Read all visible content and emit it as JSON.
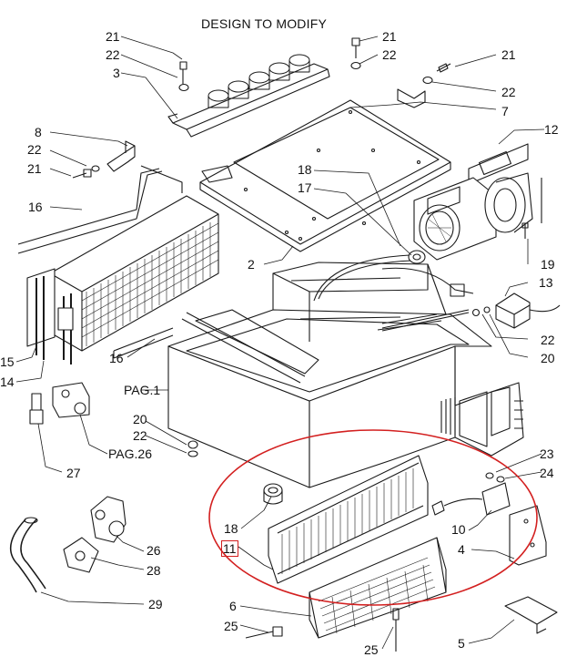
{
  "header": {
    "title": "DESIGN TO MODIFY"
  },
  "callouts": {
    "c21a": "21",
    "c22a": "22",
    "c3": "3",
    "c21b": "21",
    "c22b": "22",
    "c21c": "21",
    "c22c": "22",
    "c7": "7",
    "c8": "8",
    "c22d": "22",
    "c21d": "21",
    "c12": "12",
    "c18a": "18",
    "c17": "17",
    "c16a": "16",
    "c2": "2",
    "c19": "19",
    "c13": "13",
    "c22e": "22",
    "c20a": "20",
    "c15": "15",
    "c14": "14",
    "c16b": "16",
    "pag1": "PAG.1",
    "c20b": "20",
    "c22f": "22",
    "pag26": "PAG.26",
    "c27": "27",
    "c23": "23",
    "c24": "24",
    "c10": "10",
    "c4": "4",
    "c18b": "18",
    "c11": "11",
    "c26": "26",
    "c28": "28",
    "c29": "29",
    "c6": "6",
    "c25a": "25",
    "c5": "5",
    "c25b": "25"
  },
  "colors": {
    "line": "#1a1a1a",
    "highlight": "#d32020",
    "fill": "#ffffff"
  },
  "icons": [
    "bolt-icon",
    "washer-icon",
    "blower-icon",
    "radiator-icon",
    "grille-icon",
    "bracket-icon"
  ]
}
